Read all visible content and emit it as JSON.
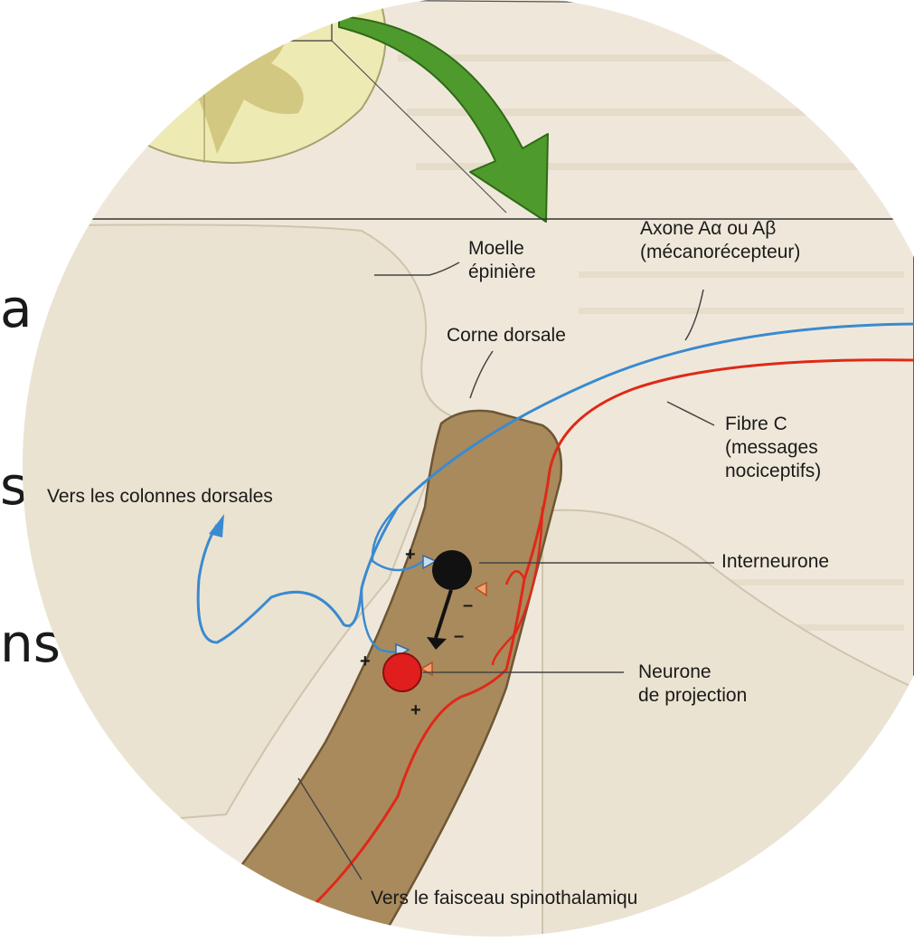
{
  "background_text": {
    "line1": "a",
    "line2": "s",
    "line3": "ns-a"
  },
  "labels": {
    "moelle": [
      "Moelle",
      "épinière"
    ],
    "corne": "Corne dorsale",
    "axone": [
      "Axone Aα ou Aβ",
      "(mécanorécepteur)"
    ],
    "fibre_c": [
      "Fibre C",
      "(messages",
      "nociceptifs)"
    ],
    "colonnes": "Vers les colonnes dorsales",
    "interneurone": "Interneurone",
    "neurone_projection": [
      "Neurone",
      "de projection"
    ],
    "faisceau": "Vers le faisceau spinothalamiqu"
  },
  "signs": {
    "plus": "+",
    "minus": "–"
  },
  "colors": {
    "paper": "#efe8da",
    "grey_matter": "#a98a5c",
    "cross_section": "#eeeab4",
    "axon_blue": "#3a8ad0",
    "fiber_red": "#e02818",
    "green_arrow": "#4f9a2c",
    "interneuron": "#111111",
    "projection_neuron": "#e01e1e"
  }
}
